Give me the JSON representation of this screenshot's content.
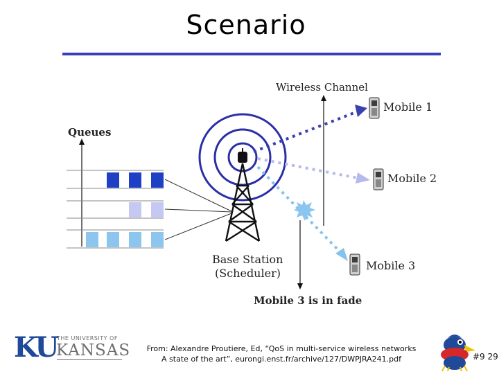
{
  "slide": {
    "title": "Scenario"
  },
  "diagram": {
    "labels": {
      "queues": "Queues",
      "wireless_channel": "Wireless Channel",
      "mobile_1": "Mobile 1",
      "mobile_2": "Mobile 2",
      "mobile_3": "Mobile 3",
      "base_station": "Base Station",
      "scheduler": "(Scheduler)",
      "fade_note": "Mobile 3 is in fade"
    },
    "colors": {
      "queue_1": "#1f3fc4",
      "queue_2": "#c4c8f2",
      "queue_3": "#8cc6ef",
      "arrow_1": "#3a40b0",
      "arrow_2": "#b6b9ee",
      "arrow_3": "#86c3ec",
      "rings": "#2a2fa8",
      "title_rule": "#3a3fb8"
    },
    "queue_packets": [
      3,
      2,
      4
    ]
  },
  "footer": {
    "citation_line1": "From: Alexandre Proutiere, Ed, “QoS in multi-service wireless networks",
    "citation_line2": "A state of the art”, eurongi.enst.fr/archive/127/DWPJRA241.pdf",
    "page_number": "#9 29",
    "logo_letters": "KU",
    "logo_small": "THE UNIVERSITY OF",
    "logo_name": "KANSAS",
    "mascot_icon": "jayhawk-mascot-icon"
  }
}
